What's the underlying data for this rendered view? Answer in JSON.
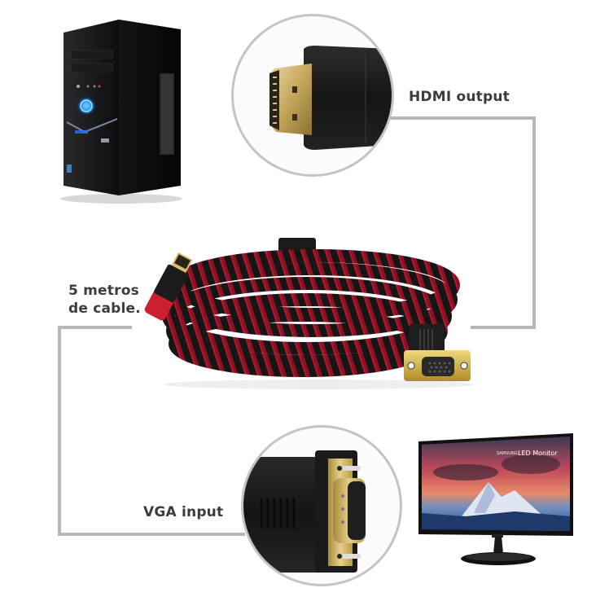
{
  "labels": {
    "hdmi_output": "HDMI output",
    "cable_length_line1": "5 metros",
    "cable_length_line2": "de cable.",
    "vga_input": "VGA input"
  },
  "monitor": {
    "brand_text": "SAMSUNG",
    "model_text": "LED Monitor"
  },
  "colors": {
    "label_text": "#3c3c3c",
    "connector_line": "#b7b7b7",
    "cable_red": "#b3142a",
    "cable_black": "#1a1a1a",
    "gold": "#c9a646"
  }
}
